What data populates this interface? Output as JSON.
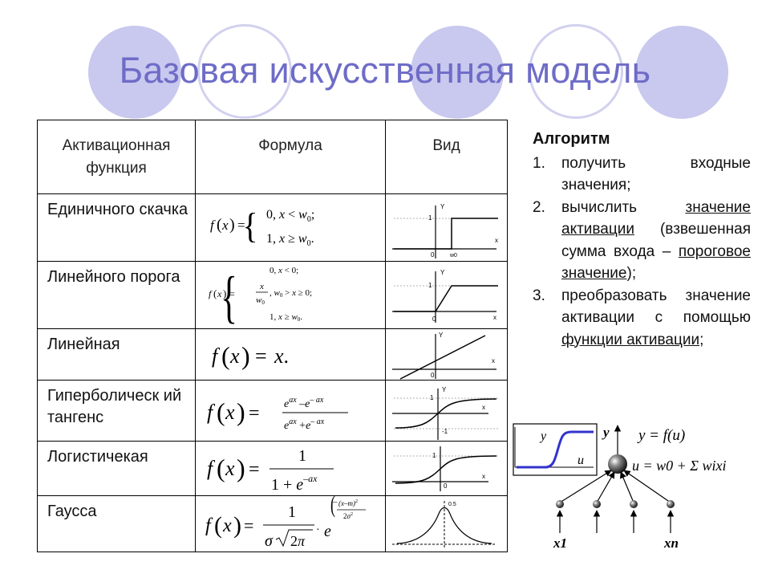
{
  "title": "Базовая искусственная модель",
  "table": {
    "headers": [
      "Активационная функция",
      "Формула",
      "Вид"
    ],
    "rows": [
      {
        "name": "Единичного скачка"
      },
      {
        "name": "Линейного порога"
      },
      {
        "name": "Линейная"
      },
      {
        "name": "Гиперболическ ий тангенс"
      },
      {
        "name": "Логистичекая"
      },
      {
        "name": "Гаусса"
      }
    ]
  },
  "algorithm": {
    "heading": "Алгоритм",
    "steps": [
      {
        "num": "1.",
        "parts": [
          {
            "t": "получить входные значения;",
            "u": false
          }
        ]
      },
      {
        "num": "2.",
        "parts": [
          {
            "t": "вычислить ",
            "u": false
          },
          {
            "t": "значение активации",
            "u": true
          },
          {
            "t": " (взвешенная сумма входа – ",
            "u": false
          },
          {
            "t": "пороговое значение",
            "u": true
          },
          {
            "t": ");",
            "u": false
          }
        ]
      },
      {
        "num": "3.",
        "parts": [
          {
            "t": "преобразовать значение активации с помощью ",
            "u": false
          },
          {
            "t": "функции активации",
            "u": true
          },
          {
            "t": ";",
            "u": false
          }
        ]
      }
    ]
  },
  "neuron": {
    "output_label": "y",
    "output_eq": "y = f(u)",
    "sum_eq": "u = w0 + Σ wixi",
    "inset_y": "y",
    "inset_u": "u",
    "input_first": "x1",
    "input_last": "xn"
  },
  "colors": {
    "title": "#6e6cc7",
    "circle_fill": "#c9c8ee",
    "sigmoid_curve": "#3333cc"
  }
}
